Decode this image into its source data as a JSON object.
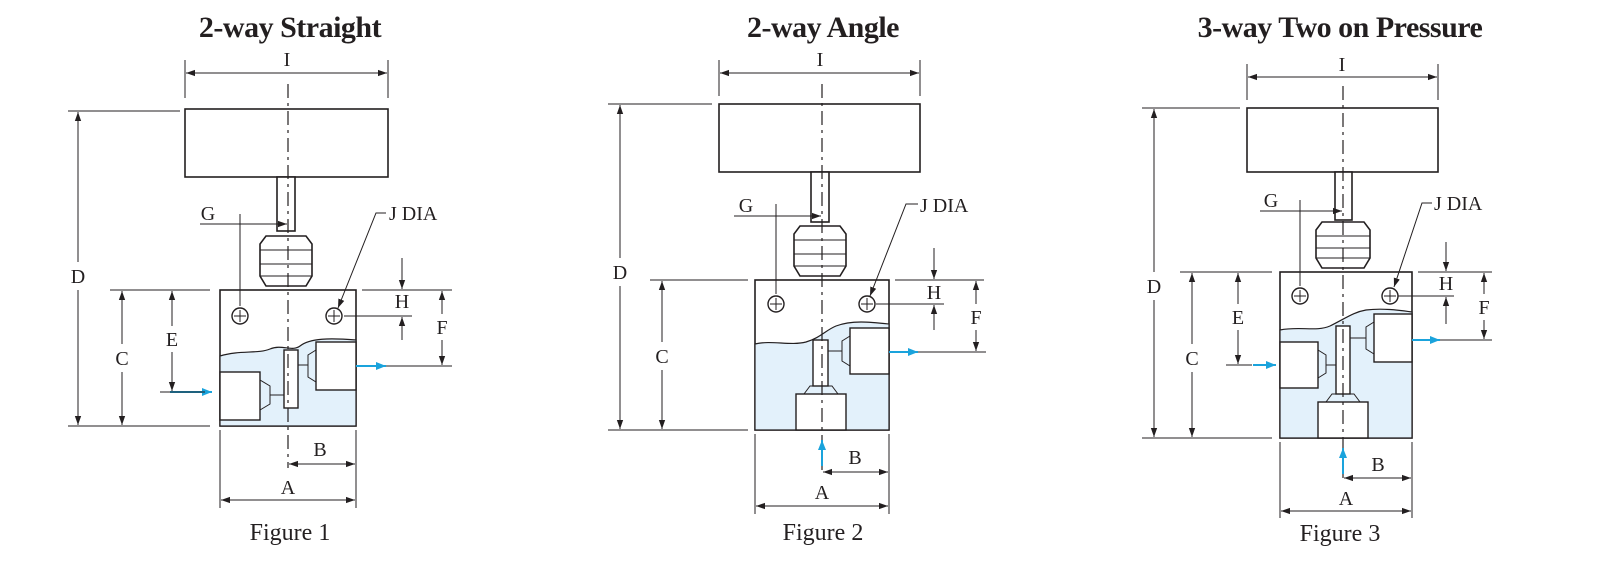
{
  "figures": [
    {
      "title": "2-way Straight",
      "caption": "Figure 1",
      "labels": {
        "A": "A",
        "B": "B",
        "C": "C",
        "D": "D",
        "E": "E",
        "F": "F",
        "G": "G",
        "H": "H",
        "I": "I",
        "J": "J DIA"
      }
    },
    {
      "title": "2-way Angle",
      "caption": "Figure 2",
      "labels": {
        "A": "A",
        "B": "B",
        "C": "C",
        "D": "D",
        "F": "F",
        "G": "G",
        "H": "H",
        "I": "I",
        "J": "J DIA"
      }
    },
    {
      "title": "3-way Two on Pressure",
      "caption": "Figure 3",
      "labels": {
        "A": "A",
        "B": "B",
        "C": "C",
        "D": "D",
        "E": "E",
        "F": "F",
        "G": "G",
        "H": "H",
        "I": "I",
        "J": "J DIA"
      }
    }
  ],
  "colors": {
    "line": "#231f20",
    "fluid": "#e3f1fb",
    "flow_arrow": "#1aa3dc"
  }
}
